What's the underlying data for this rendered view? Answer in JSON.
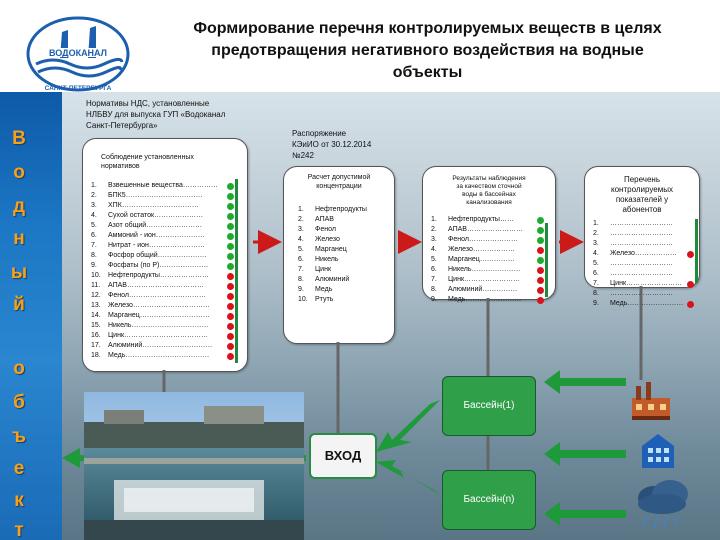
{
  "title_lines": [
    "Формирование перечня контролируемых веществ в целях",
    "предотвращения  негативного воздействия на водные",
    "объекты"
  ],
  "logo": {
    "name": "ВОДОКАНАЛ",
    "city": "САНКТ-ПЕТЕРБУРГА"
  },
  "vertical_text": [
    "В",
    "о",
    "д",
    "н",
    "ы",
    "й",
    "о",
    "б",
    "ъ",
    "е",
    "к",
    "т"
  ],
  "norms_note": [
    "Нормативы НДС, установленные",
    "НЛБВУ для выпуска ГУП «Водоканал",
    "Санкт-Петербурга»"
  ],
  "order_note": [
    "Распоряжение",
    "КЭиИО от 30.12.2014",
    "№242"
  ],
  "panel1": {
    "header": [
      "Соблюдение установленных",
      "нормативов"
    ],
    "items": [
      {
        "n": "1.",
        "text": "Взвешенные вещества……………",
        "status": "green"
      },
      {
        "n": "2.",
        "text": "БПК5……………………………",
        "status": "green"
      },
      {
        "n": "3.",
        "text": "ХПК……………………………",
        "status": "green"
      },
      {
        "n": "4.",
        "text": "Сухой остаток…………………",
        "status": "green"
      },
      {
        "n": "5.",
        "text": "Азот общий……………………",
        "status": "green"
      },
      {
        "n": "6.",
        "text": "Аммоний - ион…………………",
        "status": "green"
      },
      {
        "n": "7.",
        "text": "Нитрат - ион……………………",
        "status": "green"
      },
      {
        "n": "8.",
        "text": "Фосфор общий…………………",
        "status": "green"
      },
      {
        "n": "9.",
        "text": "Фосфаты (по Р)…………………",
        "status": "green"
      },
      {
        "n": "10.",
        "text": "Нефтепродукты…………………",
        "status": "red"
      },
      {
        "n": "11.",
        "text": "АПАВ……………………………",
        "status": "red"
      },
      {
        "n": "12.",
        "text": "Фенол……………………………",
        "status": "red"
      },
      {
        "n": "13.",
        "text": "Железо……………………………",
        "status": "red"
      },
      {
        "n": "14.",
        "text": "Марганец…………………………",
        "status": "red"
      },
      {
        "n": "15.",
        "text": "Никель……………………………",
        "status": "red"
      },
      {
        "n": "16.",
        "text": "Цинк………………………………",
        "status": "red"
      },
      {
        "n": "17.",
        "text": "Алюминий…………………………",
        "status": "red"
      },
      {
        "n": "18.",
        "text": "Медь………………………………",
        "status": "red"
      }
    ]
  },
  "panel2": {
    "header": [
      "Расчет допустимой",
      "концентрации"
    ],
    "items": [
      {
        "n": "1.",
        "text": "Нефтепродукты"
      },
      {
        "n": "2.",
        "text": "АПАВ"
      },
      {
        "n": "3.",
        "text": "Фенол"
      },
      {
        "n": "4.",
        "text": "Железо"
      },
      {
        "n": "5.",
        "text": "Марганец"
      },
      {
        "n": "6.",
        "text": "Никель"
      },
      {
        "n": "7.",
        "text": "Цинк"
      },
      {
        "n": "8.",
        "text": "Алюминий"
      },
      {
        "n": "9.",
        "text": "Медь"
      },
      {
        "n": "10.",
        "text": "Ртуть"
      }
    ]
  },
  "panel3": {
    "header": [
      "Результаты наблюдения",
      "за качеством сточной",
      "воды в бассейнах",
      "канализования"
    ],
    "items": [
      {
        "n": "1.",
        "text": "Нефтепродукты……",
        "status": "green"
      },
      {
        "n": "2.",
        "text": "АПАВ……………………",
        "status": "green"
      },
      {
        "n": "3.",
        "text": "Фенол…………………",
        "status": "green"
      },
      {
        "n": "4.",
        "text": "Железо………………",
        "status": "red"
      },
      {
        "n": "5.",
        "text": "Марганец……………",
        "status": "green"
      },
      {
        "n": "6.",
        "text": "Никель…………………",
        "status": "red"
      },
      {
        "n": "7.",
        "text": "Цинк……………………",
        "status": "red"
      },
      {
        "n": "8.",
        "text": "Алюминий……………",
        "status": "red"
      },
      {
        "n": "9.",
        "text": "Медь……………………",
        "status": "red"
      }
    ]
  },
  "panel4": {
    "header": [
      "Перечень",
      "контролируемых",
      "показателей у",
      "абонентов"
    ],
    "items": [
      {
        "n": "1.",
        "text": "………………………",
        "status": ""
      },
      {
        "n": "2.",
        "text": "………………………",
        "status": ""
      },
      {
        "n": "3.",
        "text": "………………………",
        "status": ""
      },
      {
        "n": "4.",
        "text": "Железо………………",
        "status": "red"
      },
      {
        "n": "5.",
        "text": "………………………",
        "status": ""
      },
      {
        "n": "6.",
        "text": "………………………",
        "status": ""
      },
      {
        "n": "7.",
        "text": "Цинк……………………",
        "status": "red"
      },
      {
        "n": "8.",
        "text": "………………………",
        "status": ""
      },
      {
        "n": "9.",
        "text": "Медь……………………",
        "status": "red"
      }
    ]
  },
  "basins": [
    "Бассейн(1)",
    "Бассейн(n)"
  ],
  "entry_label": "ВХОД",
  "colors": {
    "green": "#1faa2e",
    "red": "#d8141a",
    "arrow_red": "#cc1a1a",
    "arrow_green": "#1e9a3a",
    "accent_blue": "#1c5fae"
  },
  "icons": [
    "factory-icon",
    "building-icon",
    "rain-cloud-icon"
  ]
}
